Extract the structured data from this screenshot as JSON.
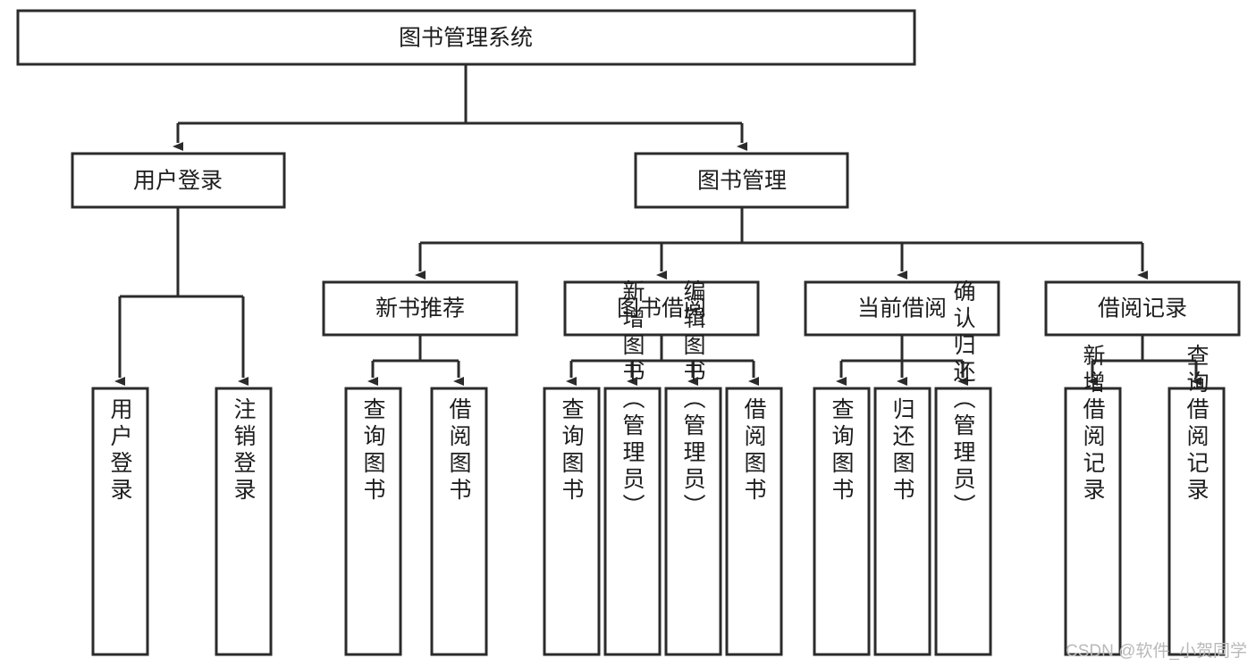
{
  "diagram": {
    "type": "tree",
    "title": "图书管理系统",
    "watermark": "CSDN @软件_小贺同学",
    "colors": {
      "stroke": "#2b2b2b",
      "fill": "#ffffff",
      "text": "#1d1d1d",
      "watermark": "#b9b9b9"
    },
    "root": {
      "label": "图书管理系统"
    },
    "level2": [
      {
        "id": "user-login",
        "label": "用户登录"
      },
      {
        "id": "book-manage",
        "label": "图书管理"
      }
    ],
    "level3": [
      {
        "id": "new-book-recommend",
        "label": "新书推荐",
        "parent": "book-manage"
      },
      {
        "id": "book-borrow",
        "label": "图书借阅",
        "parent": "book-manage"
      },
      {
        "id": "current-borrow",
        "label": "当前借阅",
        "parent": "book-manage"
      },
      {
        "id": "borrow-record",
        "label": "借阅记录",
        "parent": "book-manage"
      }
    ],
    "leaves": {
      "user-login": [
        {
          "id": "leaf-user-login",
          "label": "用户登录"
        },
        {
          "id": "leaf-logout",
          "label": "注销登录"
        }
      ],
      "new-book-recommend": [
        {
          "id": "leaf-query-book-1",
          "label": "查询图书"
        },
        {
          "id": "leaf-borrow-book-1",
          "label": "借阅图书"
        }
      ],
      "book-borrow": [
        {
          "id": "leaf-query-book-2",
          "label": "查询图书"
        },
        {
          "id": "leaf-add-book",
          "label": "新增图书（管理员）"
        },
        {
          "id": "leaf-edit-book",
          "label": "编辑图书（管理员）"
        },
        {
          "id": "leaf-borrow-book-2",
          "label": "借阅图书"
        }
      ],
      "current-borrow": [
        {
          "id": "leaf-query-book-3",
          "label": "查询图书"
        },
        {
          "id": "leaf-return-book",
          "label": "归还图书"
        },
        {
          "id": "leaf-confirm-return",
          "label": "确认归还（管理员）"
        }
      ],
      "borrow-record": [
        {
          "id": "leaf-add-record",
          "label": "新增借阅记录"
        },
        {
          "id": "leaf-query-record",
          "label": "查询借阅记录"
        }
      ]
    }
  }
}
